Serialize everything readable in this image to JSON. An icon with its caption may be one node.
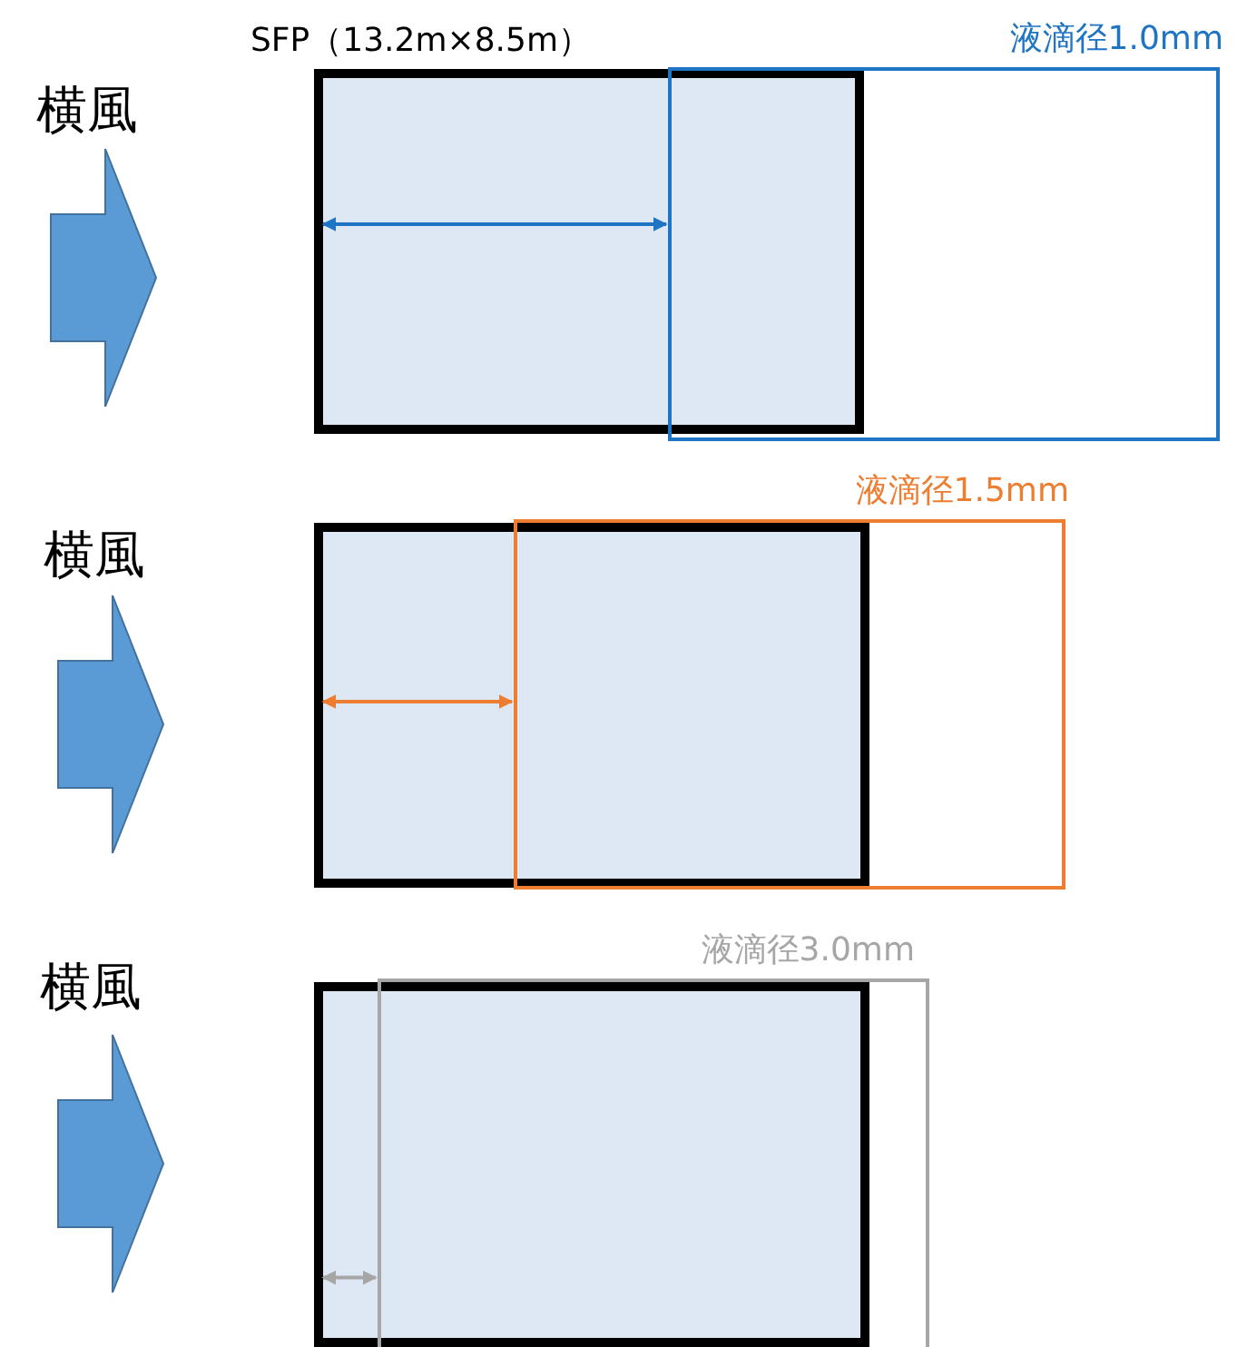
{
  "diagram": {
    "nodes": [
      {
        "text": [
          "SFP（13.2m×8.5m）"
        ]
      },
      {
        "text": [
          "液滴径1.0mm"
        ]
      },
      {
        "text": [],
        "shape": "box"
      },
      {
        "text": [
          "液滴径1.5mm"
        ]
      },
      {
        "text": [],
        "shape": "box"
      },
      {
        "text": [
          "液滴径3.0mm"
        ]
      }
    ],
    "labels": [
      "横風",
      "横風",
      "横風"
    ]
  }
}
